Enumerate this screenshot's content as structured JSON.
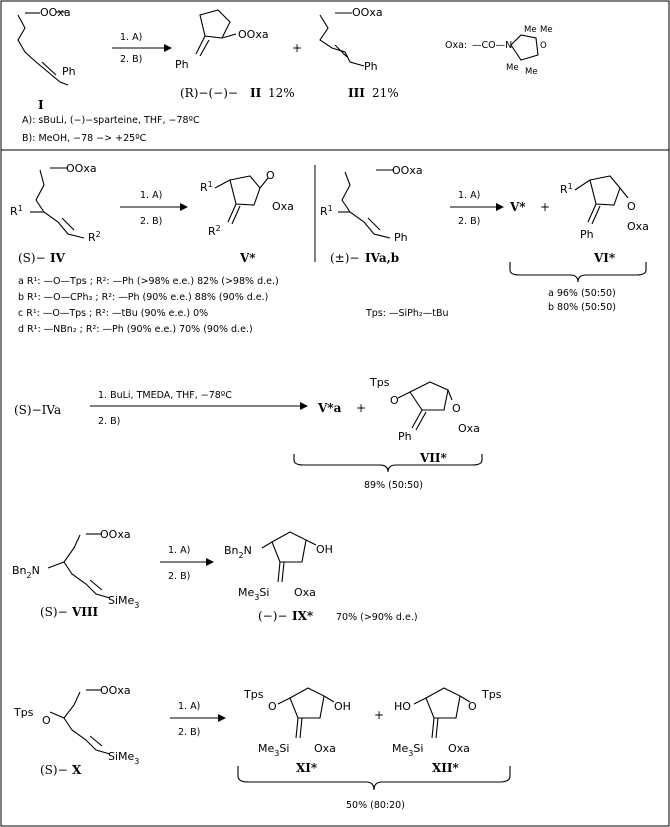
{
  "oxa_def": "Oxa:",
  "oxa_def_rest": "—CO—N",
  "me": "Me",
  "o_atom": "O",
  "O_Oxa": "OOxa",
  "O_atom": "O",
  "Oxa": "Oxa",
  "Ph": "Ph",
  "OH": "OH",
  "HO": "HO",
  "Tps": "Tps",
  "R1": "R",
  "R2": "R",
  "sup1": "1",
  "sup2": "2",
  "Bn2N": "Bn",
  "Bn2N_sub": "2",
  "Bn2N_N": "N",
  "SiMe3": "SiMe",
  "SiMe3_sub": "3",
  "Me3Si": "Me",
  "Me3Si_sub": "3",
  "Me3Si_tail": "Si",
  "step1A": "1. A)",
  "step2B": "2. B)",
  "plus": "+",
  "sec1": {
    "I": "I",
    "II_pre": "(R)−(−)−",
    "II": "II",
    "II_yield": "12%",
    "III": "III",
    "III_yield": "21%",
    "condA": "A):  sBuLi,  (−)−sparteine,  THF,  −78ºC",
    "condB": "B):  MeOH,  −78 −> +25ºC"
  },
  "sec2": {
    "IV_pre": "(S)−",
    "IV": "IV",
    "V": "V*",
    "IVab_pre": "(±)−",
    "IVab": "IVa,b",
    "Vstar": "V*",
    "VI": "VI*",
    "rows": [
      "a R¹: —O—Tps ; R²: —Ph    (>98% e.e.)    82% (>98% d.e.)",
      "b R¹: —O—CPh₃ ; R²: —Ph    (90% e.e.)    88% (90% d.e.)",
      "c R¹: —O—Tps ; R²: —tBu    (90% e.e.)     0%",
      "d R¹: —NBn₂ ; R²: —Ph      (90% e.e.)    70% (90% d.e.)"
    ],
    "tps_def": "Tps: —SiPh₂—tBu",
    "vi_a": "a 96% (50:50)",
    "vi_b": "b 80% (50:50)"
  },
  "sec3": {
    "start": "(S)−IVa",
    "cond1": "1. BuLi,  TMEDA,  THF,  −78ºC",
    "cond2": "2. B)",
    "Va": "V*a",
    "VII": "VII*",
    "yield": "89% (50:50)"
  },
  "sec4": {
    "VIII_pre": "(S)−",
    "VIII": "VIII",
    "IX_pre": "(−)−",
    "IX": "IX*",
    "IX_yield": "70% (>90% d.e.)"
  },
  "sec5": {
    "X_pre": "(S)−",
    "X": "X",
    "XI": "XI*",
    "XII": "XII*",
    "yield": "50% (80:20)"
  }
}
